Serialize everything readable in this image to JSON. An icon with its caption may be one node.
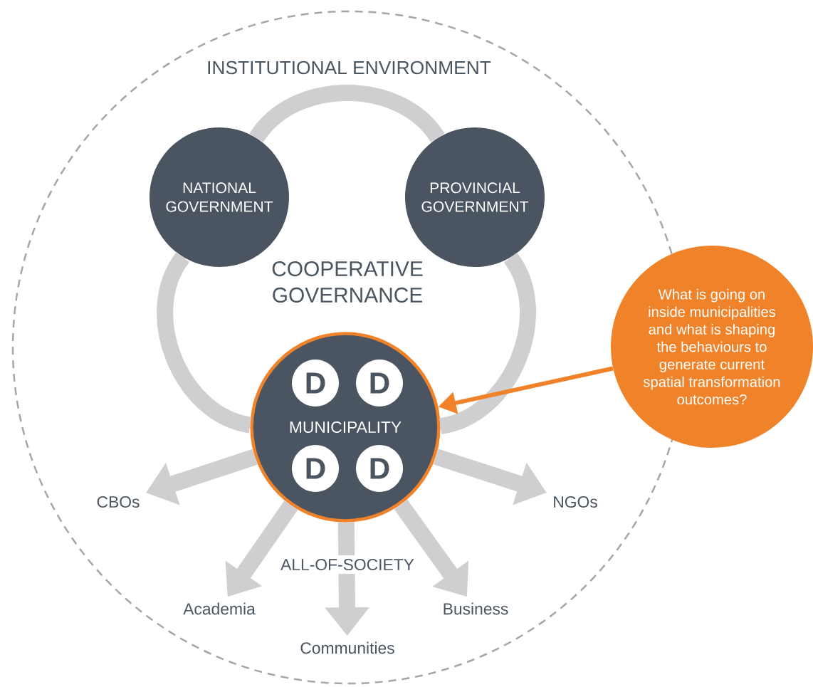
{
  "diagram": {
    "nodes": [
      {
        "text": [
          "INSTITUTIONAL ENVIRONMENT"
        ]
      },
      {
        "text": [
          "NATIONAL GOVERNMENT"
        ],
        "in": 0
      },
      {
        "text": [
          "PROVINCIAL GOVERNMENT"
        ],
        "in": 0
      },
      {
        "text": [
          "MUNICIPALITY"
        ],
        "in": 0
      },
      {
        "text": [
          "D"
        ],
        "in": 3
      },
      {
        "text": [
          "D"
        ],
        "in": 3
      },
      {
        "text": [
          "D"
        ],
        "in": 3
      },
      {
        "text": [
          "D"
        ],
        "in": 3
      },
      {
        "text": [
          "What is going on inside municipalities and what is shaping the behaviours to generate current spatial transformation outcomes?"
        ]
      },
      {
        "text": [
          "CBOs"
        ],
        "in": 0
      },
      {
        "text": [
          "NGOs"
        ],
        "in": 0
      },
      {
        "text": [
          "Academia"
        ],
        "in": 0
      },
      {
        "text": [
          "Communities"
        ],
        "in": 0
      },
      {
        "text": [
          "Business"
        ],
        "in": 0
      }
    ],
    "edges": [
      {
        "from": 1,
        "to": 2,
        "arrow": "none"
      },
      {
        "from": 1,
        "to": 3,
        "arrow": "none"
      },
      {
        "from": 2,
        "to": 3,
        "arrow": "none"
      },
      {
        "from": 8,
        "to": 3,
        "arrow": "to",
        "color": "#f0832a"
      },
      {
        "from": 3,
        "to": 9,
        "arrow": "to"
      },
      {
        "from": 3,
        "to": 10,
        "arrow": "to"
      },
      {
        "from": 3,
        "to": 11,
        "arrow": "to"
      },
      {
        "from": 3,
        "to": 12,
        "arrow": "to"
      },
      {
        "from": 3,
        "to": 13,
        "arrow": "to"
      }
    ],
    "labels": [
      "COOPERATIVE GOVERNANCE",
      "ALL-OF-SOCIETY"
    ]
  }
}
